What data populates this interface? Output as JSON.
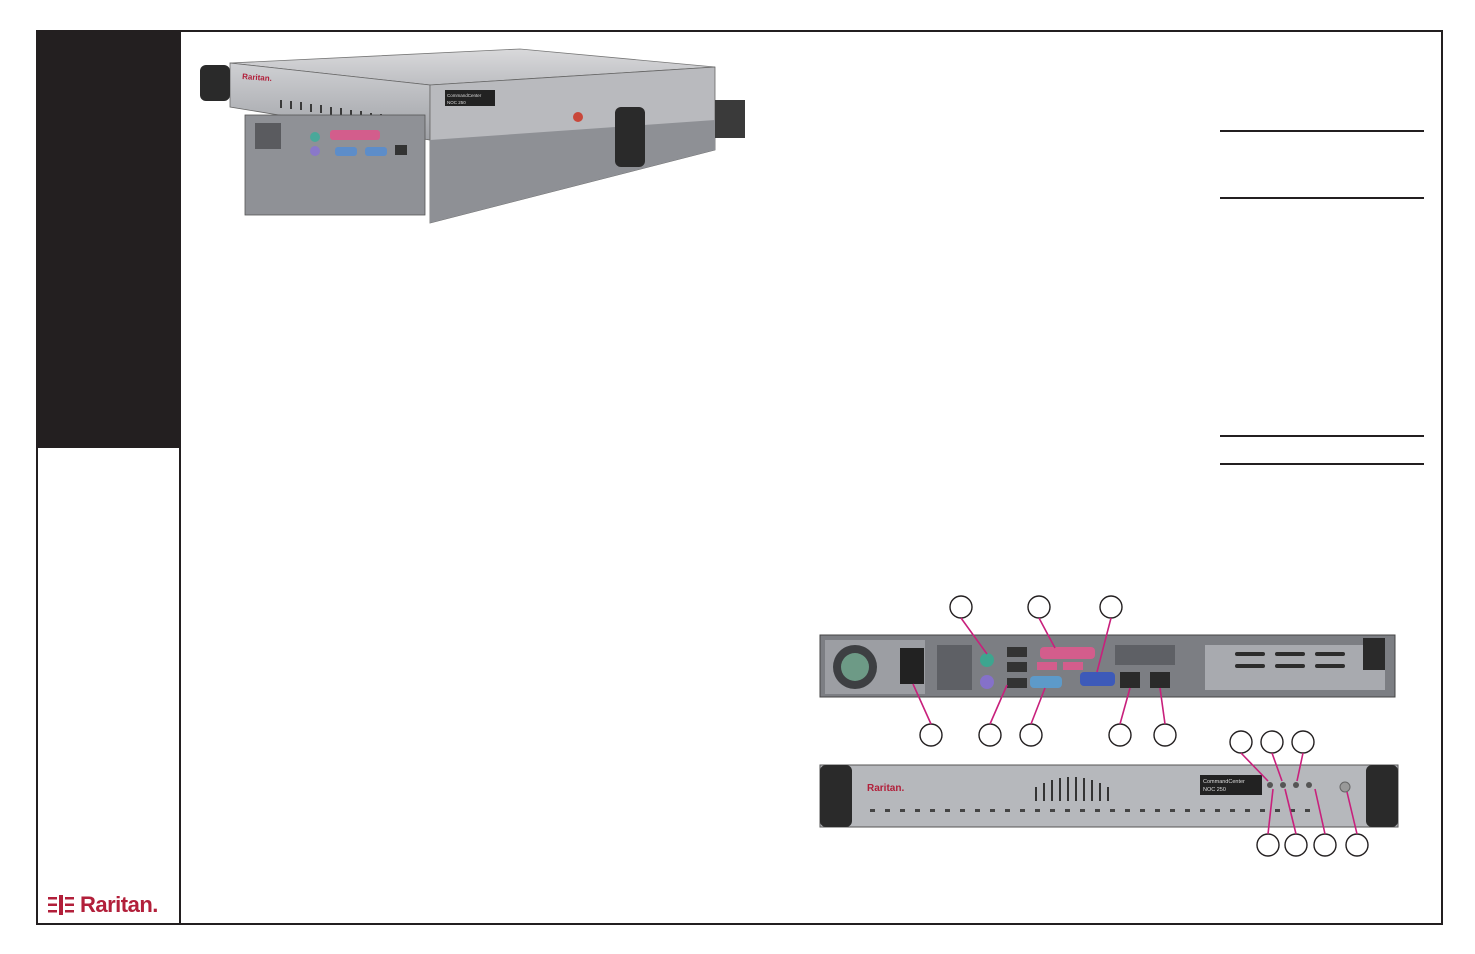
{
  "brand": {
    "logo_text": "Raritan.",
    "accent": "#b21f3a"
  },
  "device_photo": {
    "front_label_line1": "CommandCenter",
    "front_label_line2": "NOC 250"
  },
  "front_panel": {
    "brand_text": "Raritan.",
    "label_line1": "CommandCenter",
    "label_line2": "NOC 250"
  }
}
